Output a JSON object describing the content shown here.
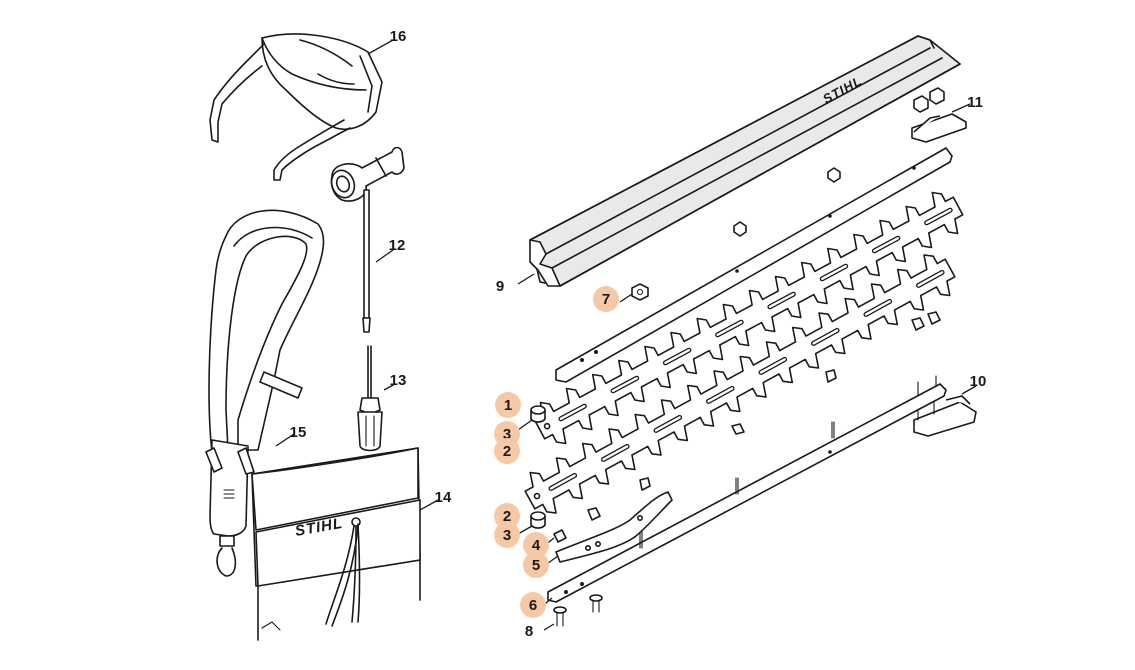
{
  "diagram": {
    "brand_logo_text": "STIHL",
    "highlight_color": "#f6c9a6",
    "line_color": "#1a1a1a",
    "callouts": [
      {
        "id": "c16",
        "number": "16",
        "part": "safety-glasses",
        "highlighted": false
      },
      {
        "id": "c12",
        "number": "12",
        "part": "combination-wrench",
        "highlighted": false
      },
      {
        "id": "c13",
        "number": "13",
        "part": "screwdriver",
        "highlighted": false
      },
      {
        "id": "c15",
        "number": "15",
        "part": "harness-strap",
        "highlighted": false
      },
      {
        "id": "c14",
        "number": "14",
        "part": "tool-pouch",
        "highlighted": false
      },
      {
        "id": "c11",
        "number": "11",
        "part": "guide-plate",
        "highlighted": false
      },
      {
        "id": "c9",
        "number": "9",
        "part": "blade-guard",
        "highlighted": false
      },
      {
        "id": "c7",
        "number": "7",
        "part": "nut",
        "highlighted": true
      },
      {
        "id": "c1",
        "number": "1",
        "part": "cover-plate",
        "highlighted": true
      },
      {
        "id": "c3a",
        "number": "3",
        "part": "spacer-sleeve",
        "highlighted": true
      },
      {
        "id": "c2a",
        "number": "2",
        "part": "cutting-blade-upper",
        "highlighted": true
      },
      {
        "id": "c10",
        "number": "10",
        "part": "guide-plate-lower",
        "highlighted": false
      },
      {
        "id": "c2b",
        "number": "2",
        "part": "cutting-blade-lower",
        "highlighted": true
      },
      {
        "id": "c3b",
        "number": "3",
        "part": "spacer-sleeve",
        "highlighted": true
      },
      {
        "id": "c4",
        "number": "4",
        "part": "slide-block",
        "highlighted": true
      },
      {
        "id": "c5",
        "number": "5",
        "part": "connecting-plate",
        "highlighted": true
      },
      {
        "id": "c6",
        "number": "6",
        "part": "base-plate",
        "highlighted": true
      },
      {
        "id": "c8",
        "number": "8",
        "part": "screw",
        "highlighted": false
      }
    ]
  }
}
